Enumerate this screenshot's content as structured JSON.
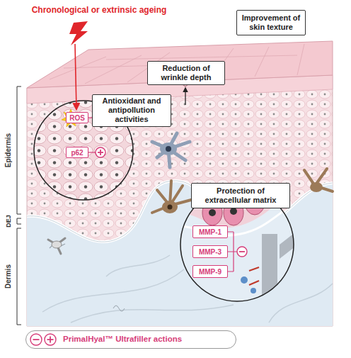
{
  "diagram": {
    "nodes": [
      {
        "text": [
          "Reduction of wrinkle depth"
        ]
      },
      {
        "text": [
          "Improvement of skin texture"
        ]
      },
      {
        "text": [
          "Antioxidant and antipollution activities"
        ]
      },
      {
        "text": [
          "ROS"
        ]
      },
      {
        "text": [
          "p62"
        ]
      },
      {
        "text": [
          "Protection of extracellular matrix"
        ]
      },
      {
        "text": [
          "MMP-1"
        ]
      },
      {
        "text": [
          "MMP-3"
        ]
      },
      {
        "text": [
          "MMP-9"
        ]
      }
    ],
    "labels": [
      "Chronological or extrinsic ageing",
      "Epidermis",
      "DEJ",
      "Dermis"
    ],
    "legend": [
      {
        "text": "PrimalHyal™ Ultrafiller actions"
      }
    ]
  }
}
